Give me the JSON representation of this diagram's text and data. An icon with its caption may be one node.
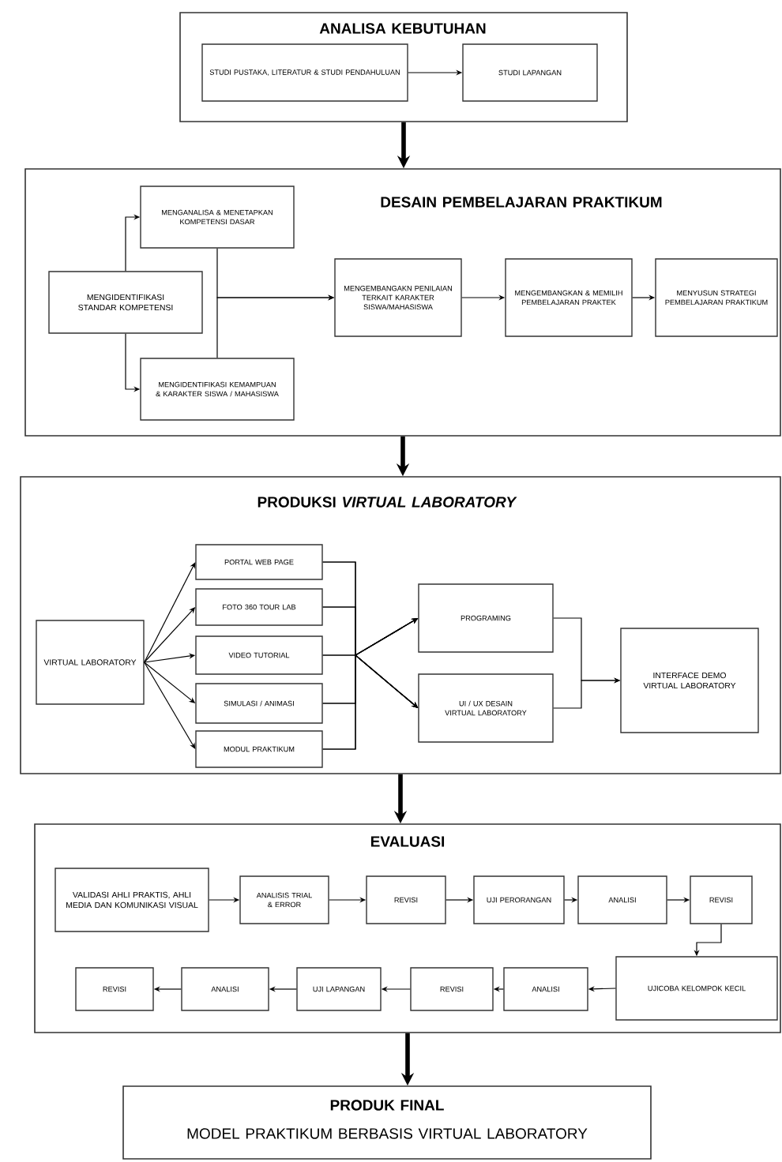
{
  "diagram": {
    "nodes": [
      {
        "text": [
          "ANALISA KEBUTUHAN"
        ]
      },
      {
        "text": [
          "STUDI PUSTAKA, LITERATUR & STUDI PENDAHULUAN"
        ],
        "in": 0
      },
      {
        "text": [
          "STUDI LAPANGAN"
        ],
        "in": 0
      },
      {
        "text": [
          "DESAIN PEMBELAJARAN PRAKTIKUM"
        ]
      },
      {
        "text": [
          "MENGIDENTIFIKASI STANDAR KOMPETENSI"
        ],
        "in": 3
      },
      {
        "text": [
          "MENGANALISA & MENETAPKAN KOMPETENSI DASAR"
        ],
        "in": 3
      },
      {
        "text": [
          "MENGIDENTIFIKASI KEMAMPUAN & KARAKTER SISWA / MAHASISWA"
        ],
        "in": 3
      },
      {
        "text": [
          "MENGEMBANGAKN PENILAIAN TERKAIT KARAKTER SISWA/MAHASISWA"
        ],
        "in": 3
      },
      {
        "text": [
          "MENGEMBANGKAN & MEMILIH PEMBELAJARAN PRAKTEK"
        ],
        "in": 3
      },
      {
        "text": [
          "MENYUSUN STRATEGI PEMBELAJARAN PRAKTIKUM"
        ],
        "in": 3
      },
      {
        "text": [
          "PRODUKSI *VIRTUAL LABORATORY*"
        ]
      },
      {
        "text": [
          "VIRTUAL LABORATORY"
        ],
        "in": 10
      },
      {
        "text": [
          "PORTAL WEB PAGE"
        ],
        "in": 10
      },
      {
        "text": [
          "FOTO 360 TOUR LAB"
        ],
        "in": 10
      },
      {
        "text": [
          "VIDEO TUTORIAL"
        ],
        "in": 10
      },
      {
        "text": [
          "SIMULASI / ANIMASI"
        ],
        "in": 10
      },
      {
        "text": [
          "MODUL PRAKTIKUM"
        ],
        "in": 10
      },
      {
        "text": [
          "PROGRAMING"
        ],
        "in": 10
      },
      {
        "text": [
          "UI / UX DESAIN VIRTUAL LABORATORY"
        ],
        "in": 10
      },
      {
        "text": [
          "INTERFACE DEMO VIRTUAL LABORATORY"
        ],
        "in": 10
      },
      {
        "text": [
          "EVALUASI"
        ]
      },
      {
        "text": [
          "VALIDASI AHLI PRAKTIS, AHLI MEDIA DAN KOMUNIKASI VISUAL"
        ],
        "in": 20
      },
      {
        "text": [
          "ANALISIS TRIAL & ERROR"
        ],
        "in": 20
      },
      {
        "text": [
          "REVISI"
        ],
        "in": 20
      },
      {
        "text": [
          "UJI PERORANGAN"
        ],
        "in": 20
      },
      {
        "text": [
          "ANALISI"
        ],
        "in": 20
      },
      {
        "text": [
          "REVISI"
        ],
        "in": 20
      },
      {
        "text": [
          "UJICOBA KELOMPOK KECIL"
        ],
        "in": 20
      },
      {
        "text": [
          "ANALISI"
        ],
        "in": 20
      },
      {
        "text": [
          "REVISI"
        ],
        "in": 20
      },
      {
        "text": [
          "UJI LAPANGAN"
        ],
        "in": 20
      },
      {
        "text": [
          "ANALISI"
        ],
        "in": 20
      },
      {
        "text": [
          "REVISI"
        ],
        "in": 20
      },
      {
        "text": [
          "PRODUK FINAL",
          "MODEL PRAKTIKUM BERBASIS VIRTUAL LABORATORY"
        ]
      }
    ],
    "edges": [
      {
        "from": 0,
        "to": 3,
        "arrow": "to",
        "style": "thick"
      },
      {
        "from": 1,
        "to": 2,
        "arrow": "to"
      },
      {
        "from": 4,
        "to": 5,
        "arrow": "to"
      },
      {
        "from": 4,
        "to": 6,
        "arrow": "to"
      },
      {
        "from": 5,
        "to": 7,
        "arrow": "to"
      },
      {
        "from": 6,
        "to": 7,
        "arrow": "to"
      },
      {
        "from": 7,
        "to": 8,
        "arrow": "to"
      },
      {
        "from": 8,
        "to": 9,
        "arrow": "to"
      },
      {
        "from": 3,
        "to": 10,
        "arrow": "to",
        "style": "thick"
      },
      {
        "from": 11,
        "to": 12,
        "arrow": "to"
      },
      {
        "from": 11,
        "to": 13,
        "arrow": "to"
      },
      {
        "from": 11,
        "to": 14,
        "arrow": "to"
      },
      {
        "from": 11,
        "to": 15,
        "arrow": "to"
      },
      {
        "from": 11,
        "to": 16,
        "arrow": "to"
      },
      {
        "from": 12,
        "to": 17,
        "arrow": "to"
      },
      {
        "from": 12,
        "to": 18,
        "arrow": "to"
      },
      {
        "from": 13,
        "to": 17,
        "arrow": "to"
      },
      {
        "from": 13,
        "to": 18,
        "arrow": "to"
      },
      {
        "from": 14,
        "to": 17,
        "arrow": "to"
      },
      {
        "from": 14,
        "to": 18,
        "arrow": "to"
      },
      {
        "from": 15,
        "to": 17,
        "arrow": "to"
      },
      {
        "from": 15,
        "to": 18,
        "arrow": "to"
      },
      {
        "from": 16,
        "to": 17,
        "arrow": "to"
      },
      {
        "from": 16,
        "to": 18,
        "arrow": "to"
      },
      {
        "from": 17,
        "to": 19,
        "arrow": "to"
      },
      {
        "from": 18,
        "to": 19,
        "arrow": "to"
      },
      {
        "from": 10,
        "to": 20,
        "arrow": "to",
        "style": "thick"
      },
      {
        "from": 21,
        "to": 22,
        "arrow": "to"
      },
      {
        "from": 22,
        "to": 23,
        "arrow": "to"
      },
      {
        "from": 23,
        "to": 24,
        "arrow": "to"
      },
      {
        "from": 24,
        "to": 25,
        "arrow": "to"
      },
      {
        "from": 25,
        "to": 26,
        "arrow": "to"
      },
      {
        "from": 26,
        "to": 27,
        "arrow": "to"
      },
      {
        "from": 27,
        "to": 28,
        "arrow": "to"
      },
      {
        "from": 28,
        "to": 29,
        "arrow": "to"
      },
      {
        "from": 29,
        "to": 30,
        "arrow": "to"
      },
      {
        "from": 30,
        "to": 31,
        "arrow": "to"
      },
      {
        "from": 31,
        "to": 32,
        "arrow": "to"
      },
      {
        "from": 20,
        "to": 33,
        "arrow": "to",
        "style": "thick"
      }
    ]
  }
}
